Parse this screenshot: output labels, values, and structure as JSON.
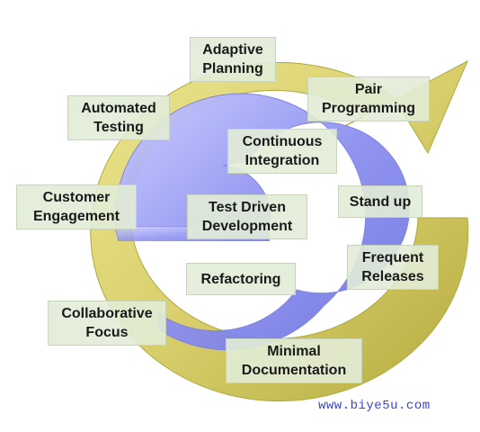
{
  "labels": {
    "adaptive_planning": "Adaptive\nPlanning",
    "pair_programming": "Pair\nProgramming",
    "automated_testing": "Automated\nTesting",
    "continuous_integration": "Continuous\nIntegration",
    "customer_engagement": "Customer\nEngagement",
    "test_driven_development": "Test Driven\nDevelopment",
    "stand_up": "Stand up",
    "frequent_releases": "Frequent\nReleases",
    "refactoring": "Refactoring",
    "collaborative_focus": "Collaborative\nFocus",
    "minimal_documentation": "Minimal\nDocumentation"
  },
  "watermark": "www.biye5u.com",
  "colors": {
    "outer_ring": "#d8cf6c",
    "outer_ring_dark": "#b4ab3e",
    "inner_ring": "#8c90f0",
    "inner_ring_light": "#c8cbff",
    "label_bg": "#e2ecd6"
  }
}
